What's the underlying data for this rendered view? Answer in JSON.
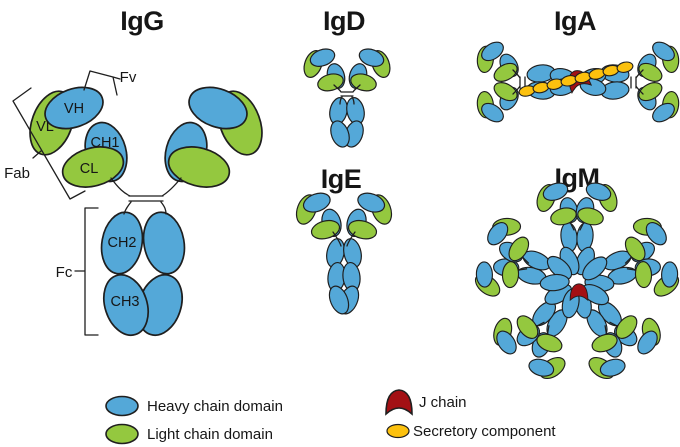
{
  "molecules": {
    "igg": {
      "title": "IgG",
      "domain_labels": {
        "vh": "VH",
        "vl": "VL",
        "ch1": "CH1",
        "cl": "CL",
        "ch2": "CH2",
        "ch3": "CH3"
      },
      "region_labels": {
        "fv": "Fv",
        "fab": "Fab",
        "fc": "Fc"
      }
    },
    "igd": {
      "title": "IgD"
    },
    "iga": {
      "title": "IgA"
    },
    "ige": {
      "title": "IgE"
    },
    "igm": {
      "title": "IgM"
    }
  },
  "legend": {
    "items": [
      {
        "swatch": "heavy-chain-ellipse",
        "label": "Heavy chain domain"
      },
      {
        "swatch": "light-chain-ellipse",
        "label": "Light chain domain"
      },
      {
        "swatch": "j-chain-arch",
        "label": "J chain"
      },
      {
        "swatch": "secretory-ellipse",
        "label": "Secretory component"
      }
    ]
  },
  "colors": {
    "heavy": "#54a8d8",
    "light": "#94c83f",
    "j_chain": "#a31014",
    "secretory": "#fcc10e",
    "outline": "#1f1f1f",
    "text": "#161616",
    "background": "#ffffff"
  }
}
